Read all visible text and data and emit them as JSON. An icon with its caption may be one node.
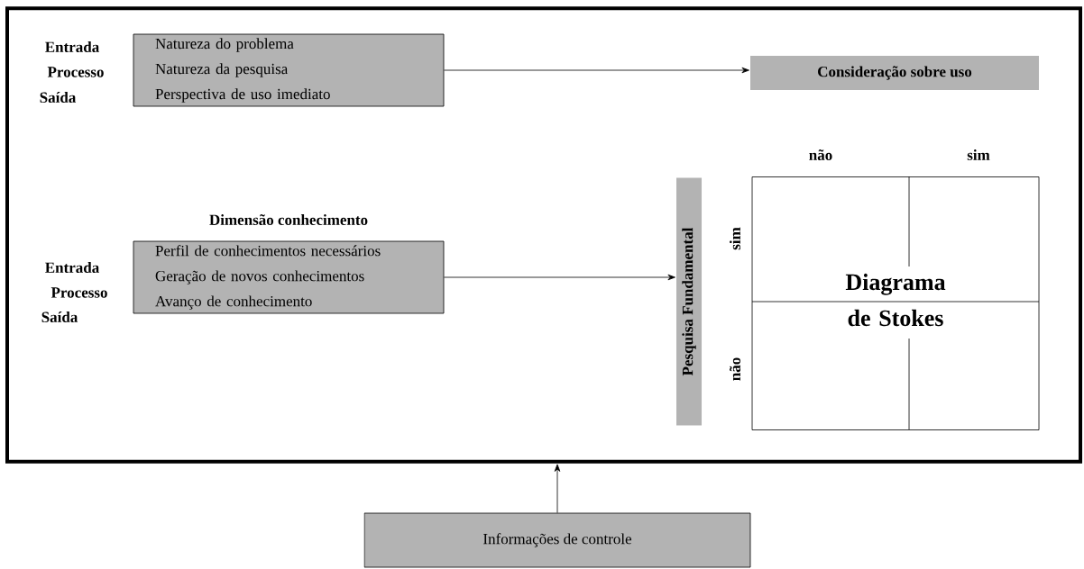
{
  "diagram": {
    "nodes": [
      {
        "text": [],
        "shape": "box"
      },
      {
        "text": [
          "Natureza do problema",
          "Natureza da pesquisa",
          "Perspectiva de uso imediato"
        ],
        "in": 0
      },
      {
        "text": [
          "Consideração sobre uso"
        ],
        "in": 0
      },
      {
        "text": [
          "Dimensão conhecimento",
          "Perfil de conhecimentos necessários",
          "Geração de novos conhecimentos",
          "Avanço de conhecimento"
        ],
        "in": 0
      },
      {
        "text": [
          "Pesquisa Fundamental"
        ],
        "in": 0
      },
      {
        "text": [
          "Diagrama de Stokes"
        ],
        "in": 0
      },
      {
        "text": [
          "Informações de  controle"
        ]
      }
    ],
    "edges": [
      {
        "from": 1,
        "to": 2,
        "arrow": "to"
      },
      {
        "from": 3,
        "to": 4,
        "arrow": "to"
      },
      {
        "from": 6,
        "to": 0,
        "arrow": "to"
      }
    ],
    "labels": [
      "Entrada",
      "Processo",
      "Saída",
      "não",
      "sim",
      "Entrada",
      "Processo",
      "Saída",
      "sim",
      "não"
    ]
  }
}
